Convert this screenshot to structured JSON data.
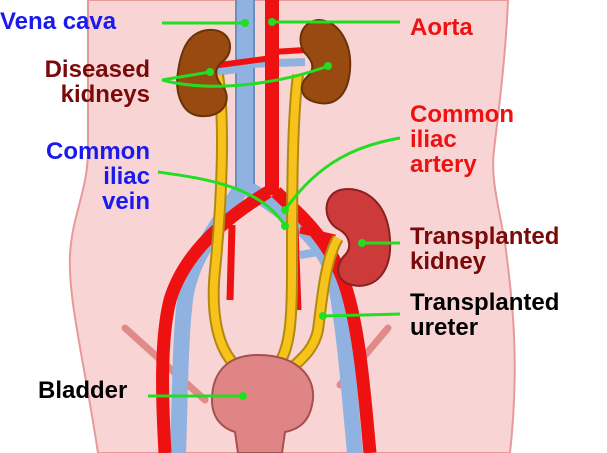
{
  "labels": {
    "vena_cava": "Vena cava",
    "aorta": "Aorta",
    "diseased_kidneys_1": "Diseased",
    "diseased_kidneys_2": "kidneys",
    "common_iliac_artery_1": "Common",
    "common_iliac_artery_2": "iliac",
    "common_iliac_artery_3": "artery",
    "common_iliac_vein_1": "Common",
    "common_iliac_vein_2": "iliac",
    "common_iliac_vein_3": "vein",
    "transplanted_kidney_1": "Transplanted",
    "transplanted_kidney_2": "kidney",
    "transplanted_ureter_1": "Transplanted",
    "transplanted_ureter_2": "ureter",
    "bladder": "Bladder"
  },
  "colors": {
    "body": "#f9d4d4",
    "body_outline": "#e79a9a",
    "artery": "#ee1111",
    "vein": "#8fb2e0",
    "ureter": "#f7c21a",
    "diseased_kidney": "#994a10",
    "transplanted_kidney": "#cc3a3a",
    "bladder": "#e08585",
    "leader_line": "#22dd22",
    "vena_cava_text": "#1a1aee",
    "aorta_text": "#ee1111",
    "kidney_text": "#7a0a0a"
  }
}
